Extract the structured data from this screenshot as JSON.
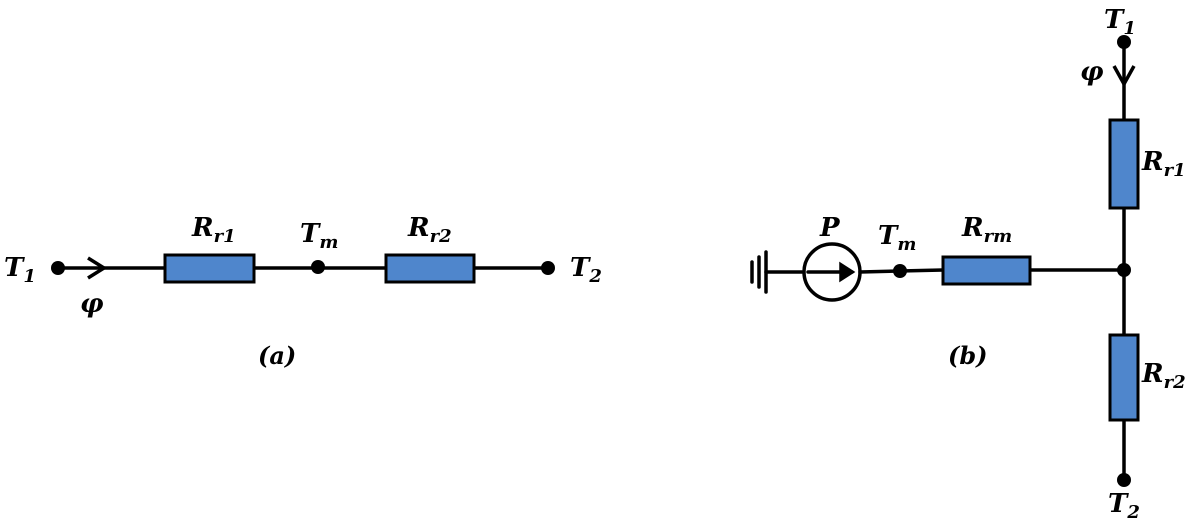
{
  "diagram_a": {
    "caption": "(a)",
    "t1": {
      "base": "T",
      "sub": "1"
    },
    "t2": {
      "base": "T",
      "sub": "2"
    },
    "tm": {
      "base": "T",
      "sub": "m"
    },
    "rr1": {
      "base": "R",
      "sub": "r1"
    },
    "rr2": {
      "base": "R",
      "sub": "r2"
    },
    "flow": "φ"
  },
  "diagram_b": {
    "caption": "(b)",
    "t1": {
      "base": "T",
      "sub": "1"
    },
    "t2": {
      "base": "T",
      "sub": "2"
    },
    "tm": {
      "base": "T",
      "sub": "m"
    },
    "rrm": {
      "base": "R",
      "sub": "rm"
    },
    "rr1": {
      "base": "R",
      "sub": "r1"
    },
    "rr2": {
      "base": "R",
      "sub": "r2"
    },
    "source": "P",
    "flow": "φ"
  },
  "colors": {
    "resistor_fill": "#4f86cc",
    "wire": "#000000"
  }
}
